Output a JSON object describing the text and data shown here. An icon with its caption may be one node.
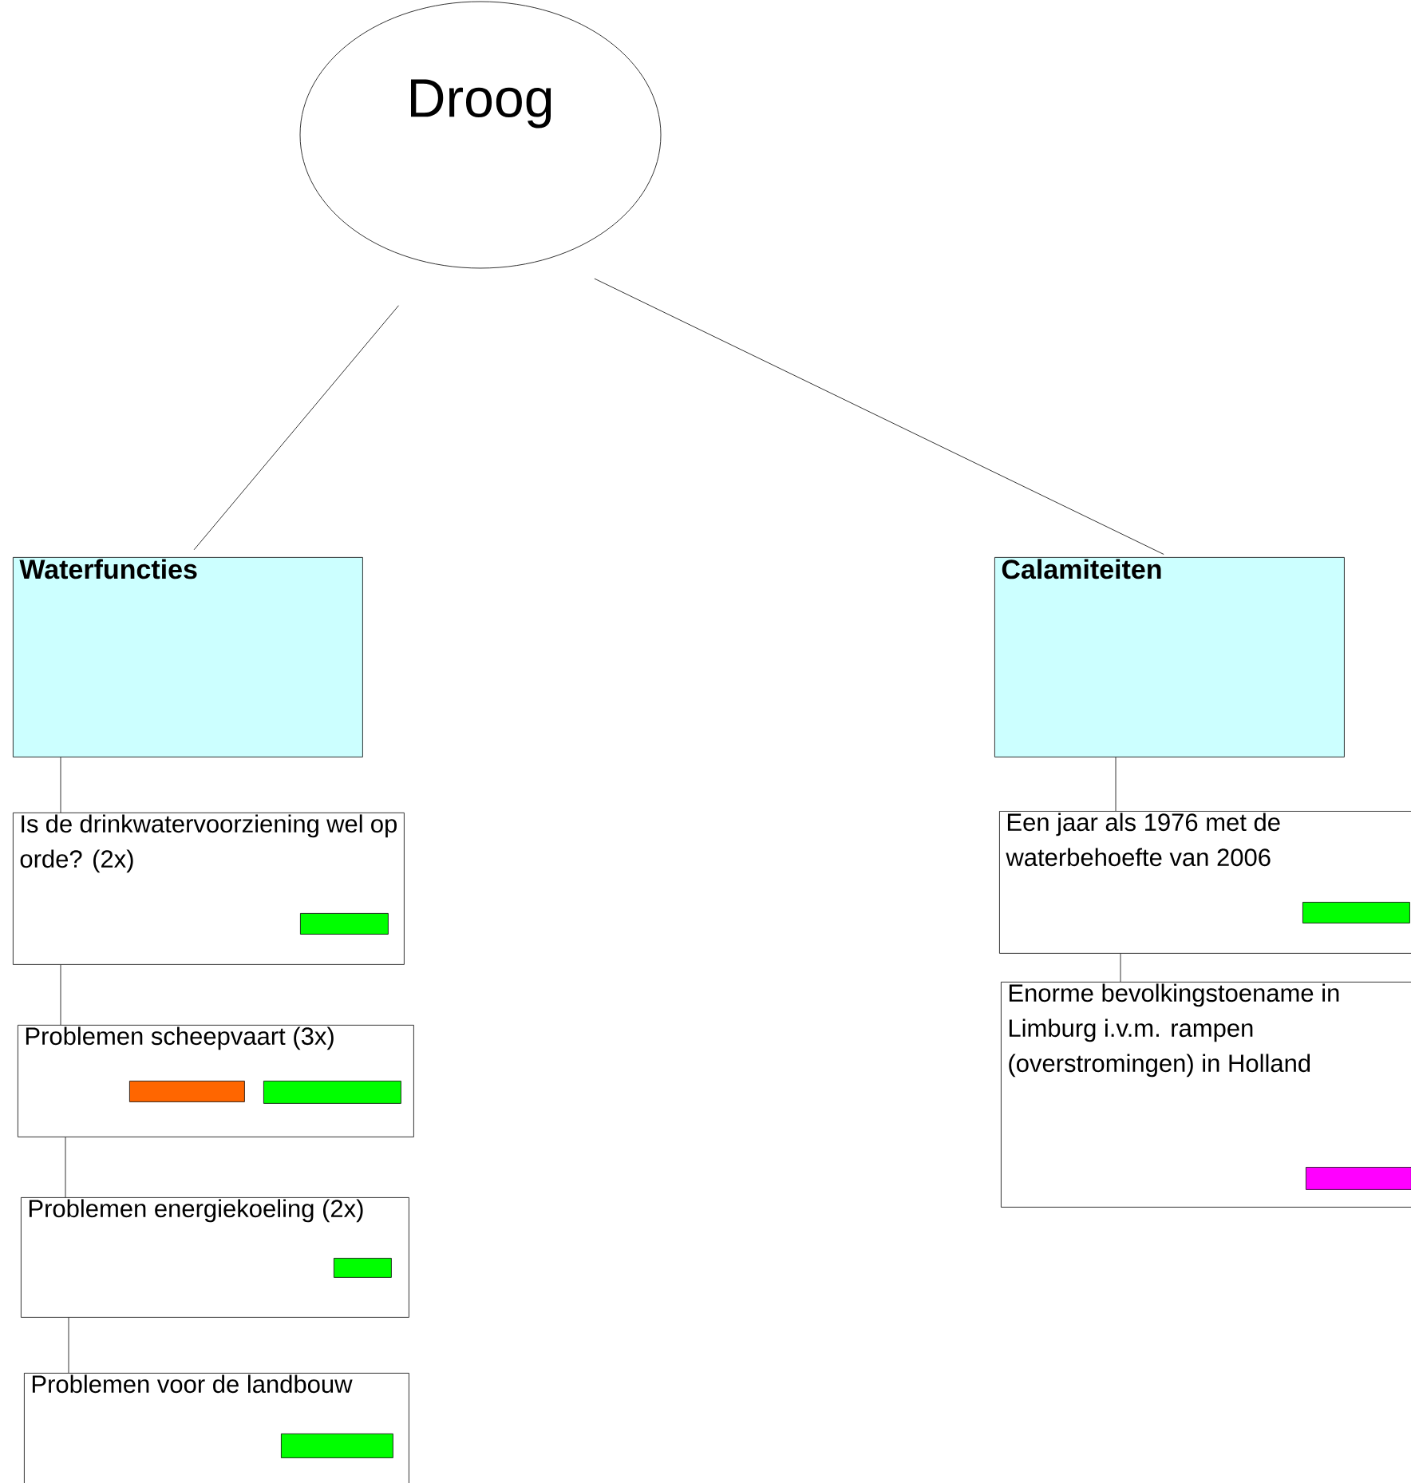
{
  "diagram": {
    "nodes": [
      {
        "text": [
          "Droog"
        ]
      },
      {
        "text": [
          "Waterfuncties"
        ]
      },
      {
        "text": [
          "Calamiteiten"
        ]
      },
      {
        "text": [
          "Is de drinkwatervoorziening wel op orde? (2x)"
        ]
      },
      {
        "text": [
          "Problemen scheepvaart (3x)"
        ]
      },
      {
        "text": [
          "Problemen energiekoeling (2x)"
        ]
      },
      {
        "text": [
          "Problemen voor de landbouw"
        ]
      },
      {
        "text": [
          "Een jaar als 1976 met de waterbehoefte van 2006"
        ]
      },
      {
        "text": [
          "Enorme bevolkingstoename in Limburg i.v.m. rampen (overstromingen) in Holland"
        ]
      },
      {
        "text": [],
        "shape": "bar",
        "in": 3
      },
      {
        "text": [],
        "shape": "bar",
        "in": 4
      },
      {
        "text": [],
        "shape": "bar",
        "in": 4
      },
      {
        "text": [],
        "shape": "bar",
        "in": 5
      },
      {
        "text": [],
        "shape": "bar",
        "in": 6
      },
      {
        "text": [],
        "shape": "bar",
        "in": 7
      },
      {
        "text": [],
        "shape": "bar",
        "in": 8
      }
    ],
    "edges": [
      {
        "from": 0,
        "to": 1,
        "arrow": "none"
      },
      {
        "from": 0,
        "to": 2,
        "arrow": "none"
      },
      {
        "from": 1,
        "to": 3,
        "arrow": "none"
      },
      {
        "from": 3,
        "to": 4,
        "arrow": "none"
      },
      {
        "from": 4,
        "to": 5,
        "arrow": "none"
      },
      {
        "from": 5,
        "to": 6,
        "arrow": "none"
      },
      {
        "from": 2,
        "to": 7,
        "arrow": "none"
      },
      {
        "from": 7,
        "to": 8,
        "arrow": "none"
      }
    ]
  }
}
